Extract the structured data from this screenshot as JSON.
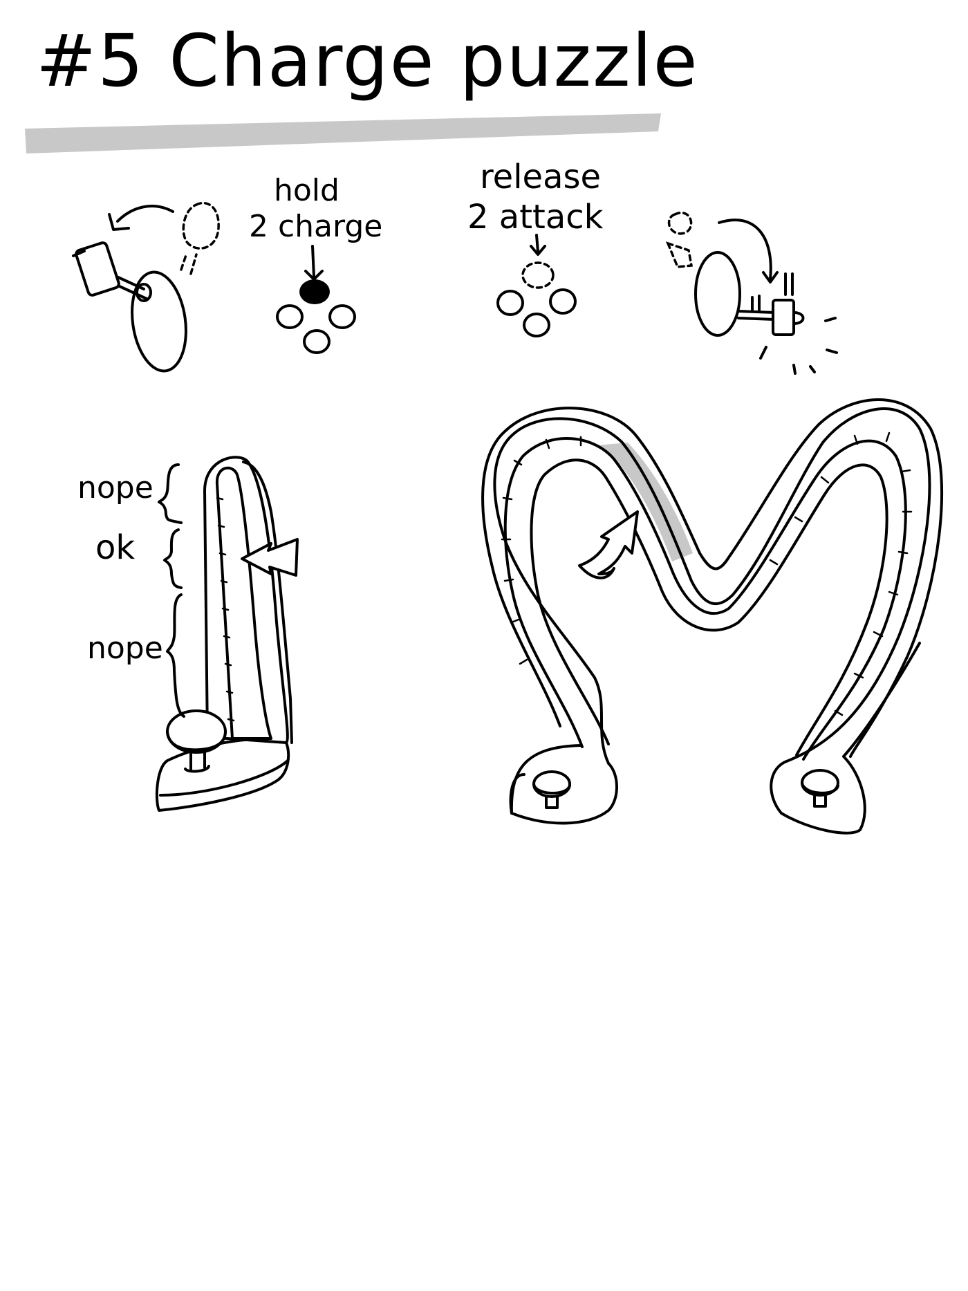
{
  "title": "#5 Charge puzzle",
  "steps": {
    "hold_line1": "hold",
    "hold_line2": "2 charge",
    "release_line1": "release",
    "release_line2": "2 attack"
  },
  "meter_zones": [
    {
      "label": "nope"
    },
    {
      "label": "ok"
    },
    {
      "label": "nope"
    }
  ],
  "colors": {
    "ink": "#000000",
    "highlight": "#c8c8c8",
    "paper": "#ffffff"
  }
}
